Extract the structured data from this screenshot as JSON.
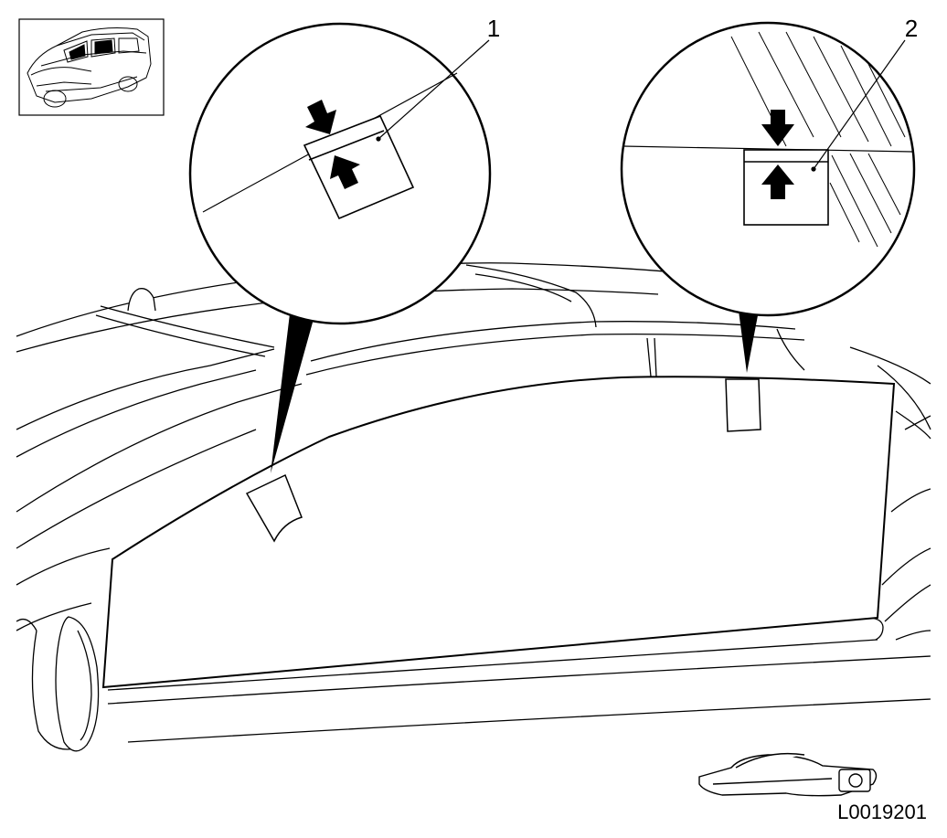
{
  "figure": {
    "reference_code": "L0019201",
    "callouts": [
      {
        "number": "1"
      },
      {
        "number": "2"
      }
    ],
    "thumbnail_icon": "car-location-thumbnail-icon",
    "line_color": "#000000",
    "background_color": "#ffffff"
  }
}
